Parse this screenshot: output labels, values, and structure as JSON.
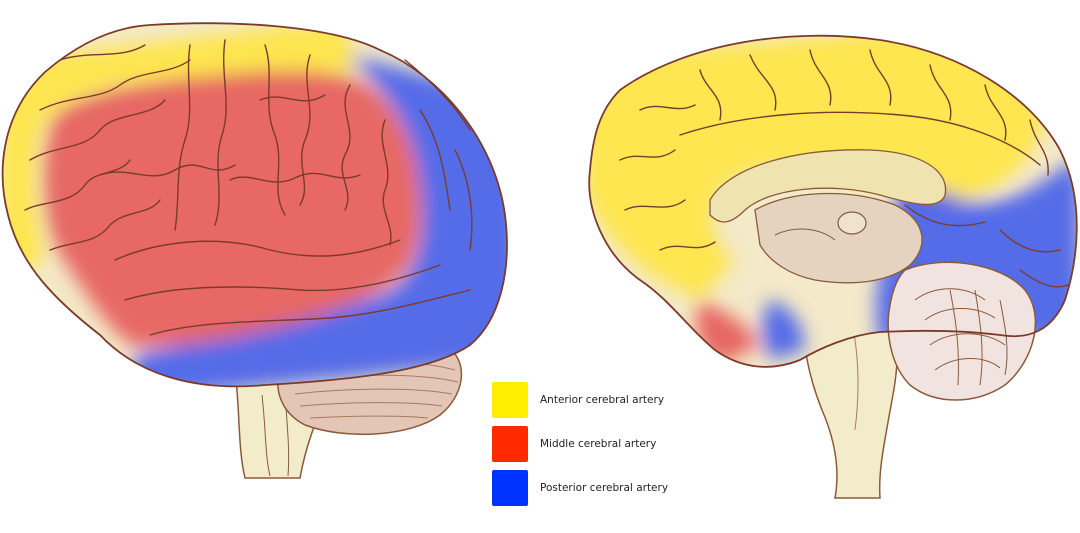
{
  "legend": {
    "items": [
      {
        "label": "Anterior cerebral artery",
        "color": "#ffee00",
        "region": "anterior"
      },
      {
        "label": "Middle cerebral artery",
        "color": "#ff2a00",
        "region": "middle"
      },
      {
        "label": "Posterior cerebral artery",
        "color": "#0033ff",
        "region": "posterior"
      }
    ]
  },
  "colors": {
    "outline": "#8a5a3c",
    "brainstem": "#f3ecca",
    "cerebellum": "#e3c6b6",
    "corpus_callosum": "#efe3b0",
    "deep_structures": "#e6d3bf"
  }
}
